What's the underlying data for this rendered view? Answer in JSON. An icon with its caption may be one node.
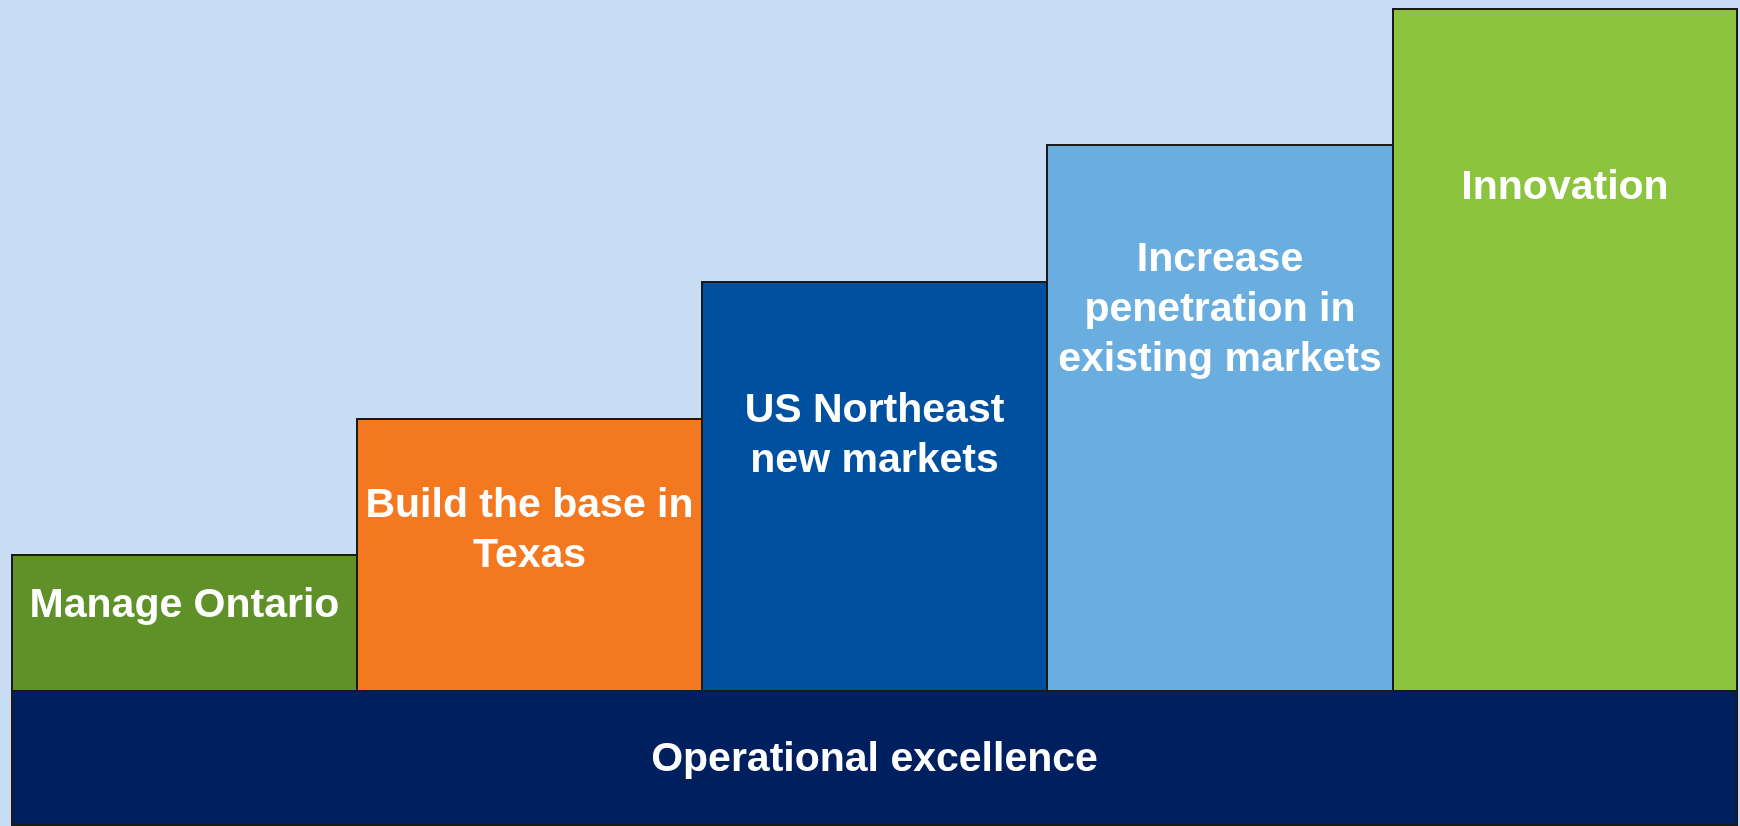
{
  "diagram": {
    "nodes": [
      {
        "text": [
          "Operational excellence"
        ]
      },
      {
        "text": [
          "Manage Ontario"
        ]
      },
      {
        "text": [
          "Build the base in Texas"
        ]
      },
      {
        "text": [
          "US Northeast new markets"
        ]
      },
      {
        "text": [
          "Increase penetration in existing markets"
        ]
      },
      {
        "text": [
          "Innovation"
        ]
      }
    ]
  }
}
